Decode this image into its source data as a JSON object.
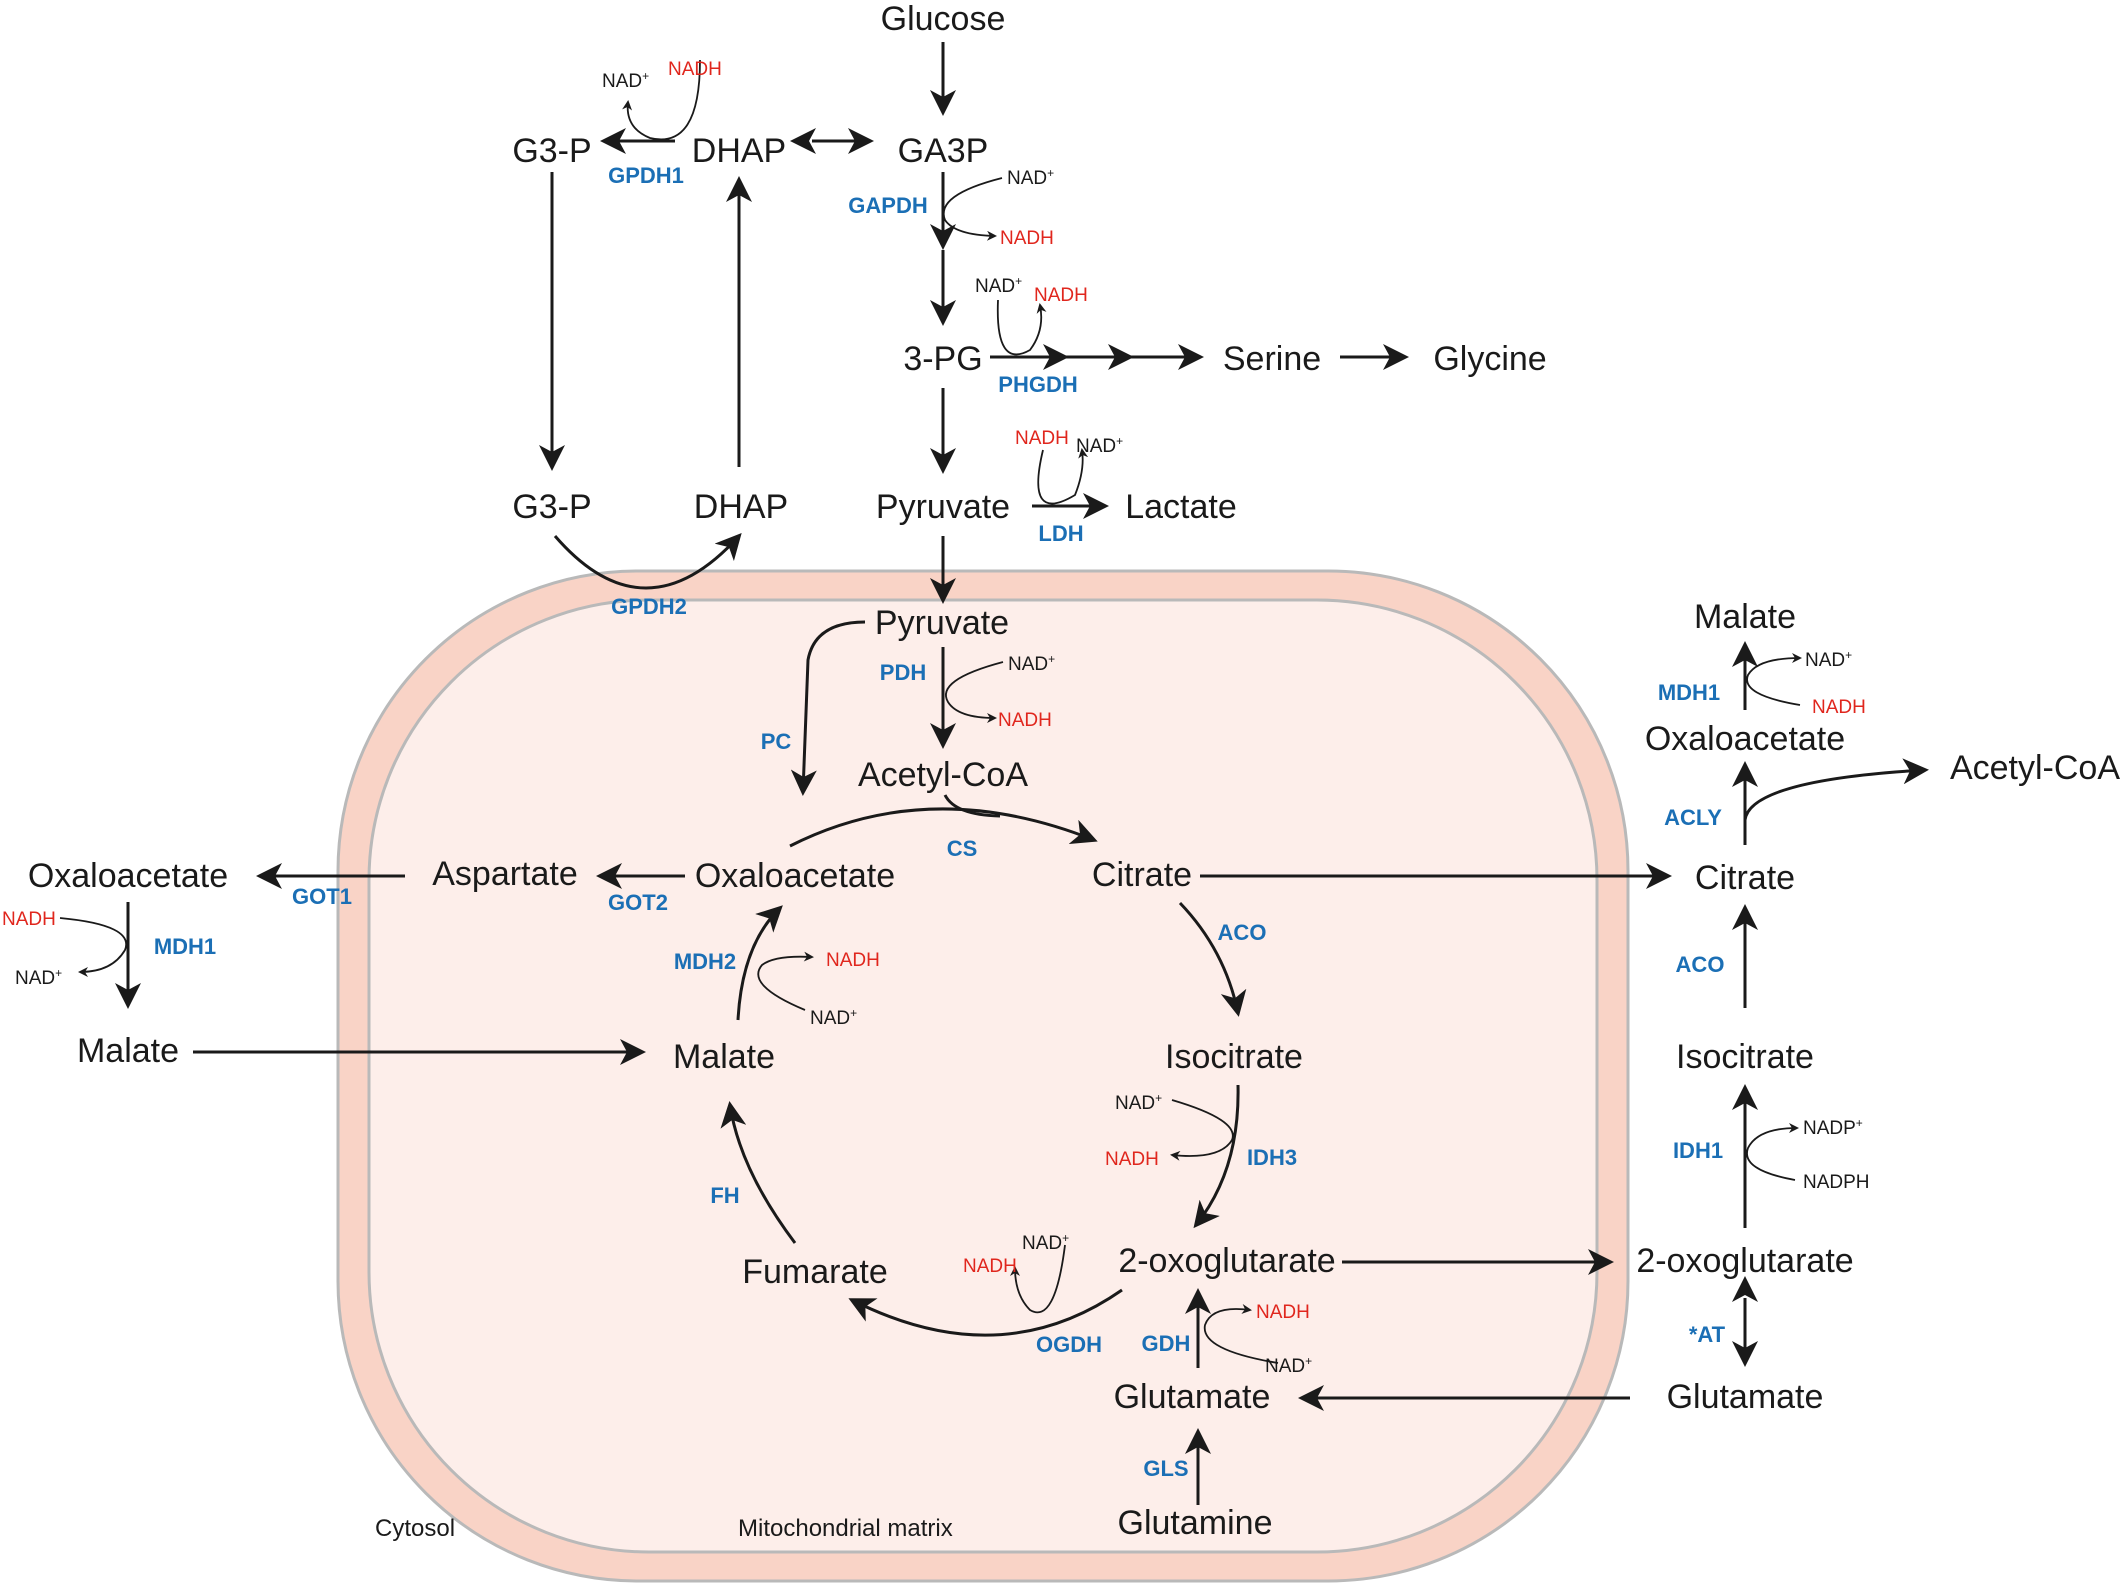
{
  "metabolites": {
    "glucose": "Glucose",
    "ga3p": "GA3P",
    "dhap": "DHAP",
    "g3p": "G3-P",
    "pg3": "3-PG",
    "serine": "Serine",
    "glycine": "Glycine",
    "pyruvate": "Pyruvate",
    "lactate": "Lactate",
    "acetyl_coa": "Acetyl-CoA",
    "citrate": "Citrate",
    "isocitrate": "Isocitrate",
    "oxoglutarate": "2-oxoglutarate",
    "glutamate": "Glutamate",
    "glutamine": "Glutamine",
    "fumarate": "Fumarate",
    "malate": "Malate",
    "oxaloacetate": "Oxaloacetate",
    "aspartate": "Aspartate"
  },
  "enzymes": {
    "gpdh1": "GPDH1",
    "gpdh2": "GPDH2",
    "gapdh": "GAPDH",
    "phgdh": "PHGDH",
    "ldh": "LDH",
    "pdh": "PDH",
    "pc": "PC",
    "cs": "CS",
    "aco": "ACO",
    "idh3": "IDH3",
    "ogdh": "OGDH",
    "fh": "FH",
    "mdh2": "MDH2",
    "got2": "GOT2",
    "got1": "GOT1",
    "mdh1": "MDH1",
    "gdh": "GDH",
    "gls": "GLS",
    "acly": "ACLY",
    "idh1": "IDH1",
    "at": "*AT"
  },
  "cofactors": {
    "nad": "NAD",
    "nad_sup": "+",
    "nadh": "NADH",
    "nadp": "NADP",
    "nadph": "NADPH"
  },
  "compartments": {
    "cytosol": "Cytosol",
    "matrix": "Mitochondrial matrix"
  },
  "colors": {
    "enzyme": "#1b6fb5",
    "nadh": "#e0261d",
    "membrane_fill": "#f9d3c6",
    "matrix_fill": "#fdeeea",
    "membrane_stroke": "#b9b9b9",
    "text": "#1a1a1a"
  }
}
